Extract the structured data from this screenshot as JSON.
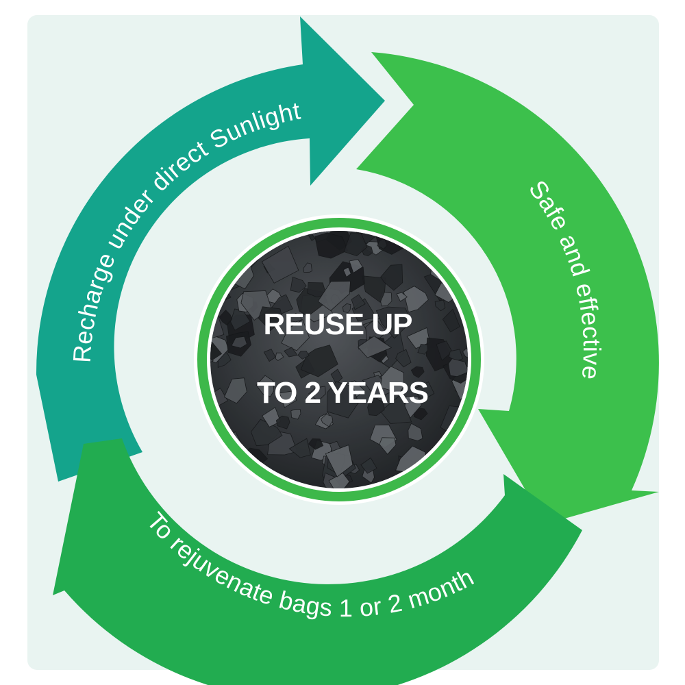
{
  "diagram": {
    "center": {
      "line1": "REUSE UP",
      "line2": "TO 2 YEARS",
      "ring_color": "#3db84a",
      "fill_color": "#3a3e42"
    },
    "arrows": [
      {
        "label": "Recharge under direct Sunlight",
        "color": "#14a48c"
      },
      {
        "label": "Safe and effective",
        "color": "#3cc04c"
      },
      {
        "label": "To rejuvenate bags 1 or 2 month",
        "color": "#22ac50"
      }
    ],
    "background_color": "#e9f4f1"
  }
}
